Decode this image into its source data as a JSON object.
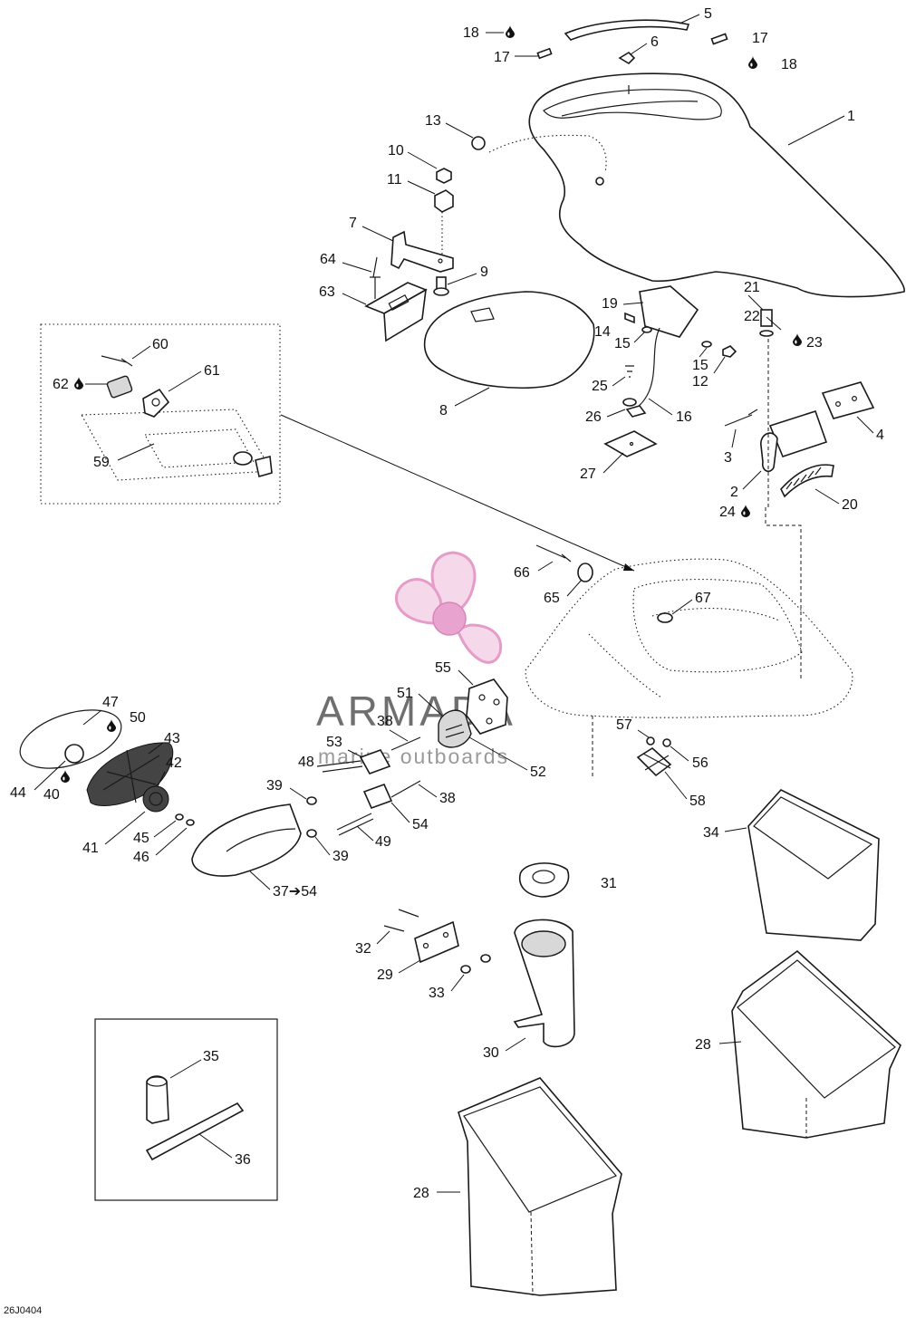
{
  "drawing_code": "26J0404",
  "watermark": {
    "brand": "ARMADA",
    "tagline": "marine outboards",
    "logo_color": "#e59cc8",
    "logo_hub_color": "#e8a4cf"
  },
  "callouts": {
    "c1": "1",
    "c2": "2",
    "c3": "3",
    "c4": "4",
    "c5": "5",
    "c6": "6",
    "c7": "7",
    "c8": "8",
    "c9": "9",
    "c10": "10",
    "c11": "11",
    "c12": "12",
    "c13": "13",
    "c14": "14",
    "c15a": "15",
    "c15b": "15",
    "c16": "16",
    "c17a": "17",
    "c17b": "17",
    "c18a": "18",
    "c18b": "18",
    "c19": "19",
    "c20": "20",
    "c21": "21",
    "c22": "22",
    "c23": "23",
    "c24": "24",
    "c25": "25",
    "c26": "26",
    "c27": "27",
    "c28a": "28",
    "c28b": "28",
    "c29": "29",
    "c30": "30",
    "c31": "31",
    "c32": "32",
    "c33": "33",
    "c34": "34",
    "c35": "35",
    "c36": "36",
    "c37": "37➔54",
    "c38a": "38",
    "c38b": "38",
    "c39a": "39",
    "c39b": "39",
    "c40": "40",
    "c41": "41",
    "c42": "42",
    "c43": "43",
    "c44": "44",
    "c45": "45",
    "c46": "46",
    "c47": "47",
    "c48": "48",
    "c49": "49",
    "c50": "50",
    "c51": "51",
    "c52": "52",
    "c53": "53",
    "c54": "54",
    "c55": "55",
    "c56": "56",
    "c57": "57",
    "c58": "58",
    "c59": "59",
    "c60": "60",
    "c61": "61",
    "c62": "62",
    "c63": "63",
    "c64": "64",
    "c65": "65",
    "c66": "66",
    "c67": "67"
  },
  "icons": {
    "lubricant": "oil-drop-icon"
  }
}
